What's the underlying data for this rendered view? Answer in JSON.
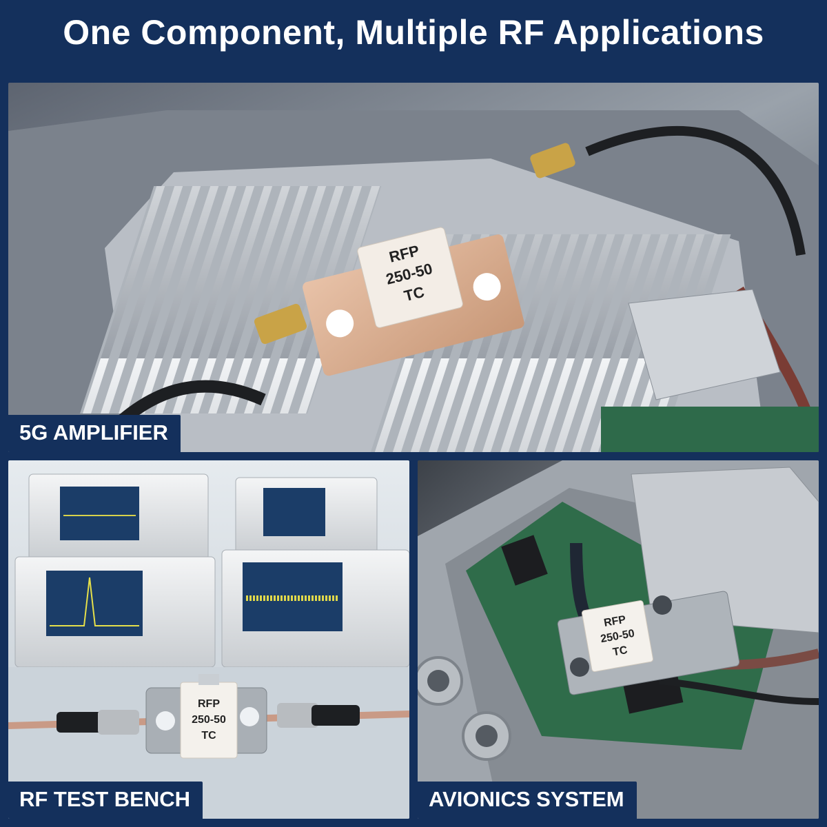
{
  "title": "One Component, Multiple RF Applications",
  "panels": [
    {
      "caption": "5G AMPLIFIER"
    },
    {
      "caption": "RF TEST BENCH"
    },
    {
      "caption": "AVIONICS SYSTEM"
    }
  ],
  "component_label": {
    "line1": "RFP",
    "line2": "250-50",
    "line3": "TC"
  },
  "colors": {
    "background": "#14305c",
    "caption_bg": "#14305c",
    "text": "#ffffff"
  }
}
